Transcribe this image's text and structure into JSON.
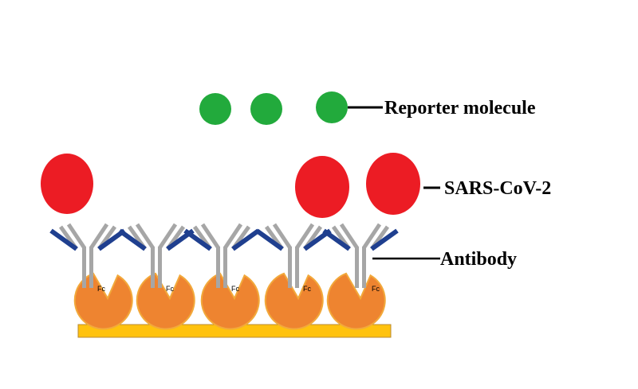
{
  "labels": {
    "reporter": "Reporter molecule",
    "virus": "SARS-CoV-2",
    "antibody": "Antibody"
  },
  "fc_label": "Fc",
  "colors": {
    "reporter": "#22aa3c",
    "virus": "#ec1c24",
    "antibody_stem": "#a6a6a6",
    "antibody_tip": "#1f3f8f",
    "receptor": "#ee8430",
    "receptor_border": "#f2a93b",
    "base": "#ffc20e",
    "base_border": "#b88a30"
  },
  "antibody_count": 5,
  "virus_bound_on": [
    1,
    4,
    5
  ],
  "reporter_count": 3
}
